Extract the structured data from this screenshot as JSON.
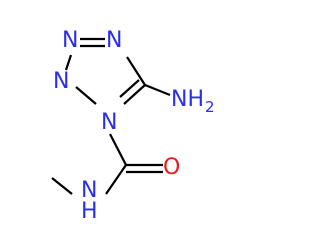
{
  "molecule": {
    "atoms": {
      "n_top_left": "N",
      "n_top_right": "N",
      "n_left": "N",
      "n_ring_bottom": "N",
      "amine": "NH",
      "amine_subscript": "2",
      "amide_nh": "N",
      "amide_h": "H",
      "carbonyl_o": "O"
    },
    "colors": {
      "nitrogen": "#2b30e5",
      "oxygen": "#e0201c",
      "bond": "#000000"
    }
  }
}
